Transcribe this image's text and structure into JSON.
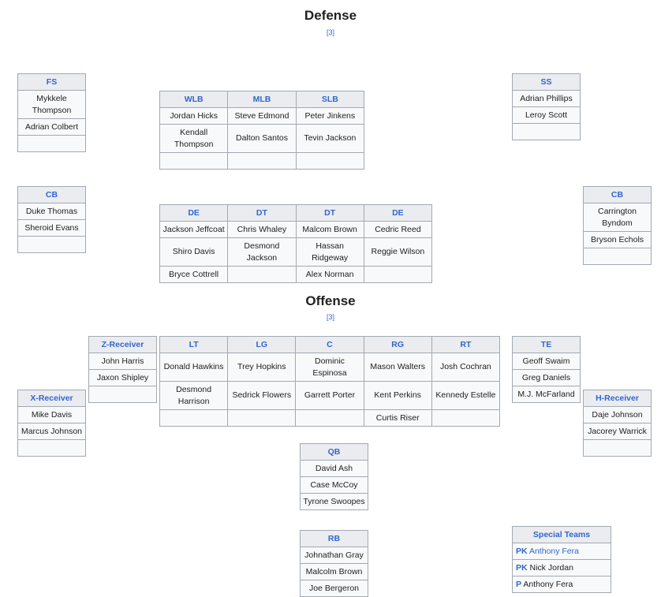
{
  "defense": {
    "title": "Defense",
    "ref": "[3]",
    "fs": {
      "header": "FS",
      "rows": [
        "Mykkele Thompson",
        "Adrian Colbert",
        ""
      ]
    },
    "ss": {
      "header": "SS",
      "rows": [
        "Adrian Phillips",
        "Leroy Scott",
        ""
      ]
    },
    "cb_left": {
      "header": "CB",
      "rows": [
        "Duke Thomas",
        "Sheroid Evans",
        ""
      ]
    },
    "cb_right": {
      "header": "CB",
      "rows": [
        "Carrington Byndom",
        "Bryson Echols",
        ""
      ]
    },
    "linebackers": {
      "headers": [
        "WLB",
        "MLB",
        "SLB"
      ],
      "rows": [
        [
          "Jordan Hicks",
          "Steve Edmond",
          "Peter Jinkens"
        ],
        [
          "Kendall Thompson",
          "Dalton Santos",
          "Tevin Jackson"
        ],
        [
          "",
          "",
          ""
        ]
      ]
    },
    "line": {
      "headers": [
        "DE",
        "DT",
        "DT",
        "DE"
      ],
      "rows": [
        [
          "Jackson Jeffcoat",
          "Chris Whaley",
          "Malcom Brown",
          "Cedric Reed"
        ],
        [
          "Shiro Davis",
          "Desmond Jackson",
          "Hassan Ridgeway",
          "Reggie Wilson"
        ],
        [
          "Bryce Cottrell",
          "",
          "Alex Norman",
          ""
        ]
      ]
    }
  },
  "offense": {
    "title": "Offense",
    "ref": "[3]",
    "z_receiver": {
      "header": "Z-Receiver",
      "rows": [
        "John Harris",
        "Jaxon Shipley",
        ""
      ]
    },
    "x_receiver": {
      "header": "X-Receiver",
      "rows": [
        "Mike Davis",
        "Marcus Johnson",
        ""
      ]
    },
    "te": {
      "header": "TE",
      "rows": [
        "Geoff Swaim",
        "Greg Daniels",
        "M.J. McFarland"
      ]
    },
    "h_receiver": {
      "header": "H-Receiver",
      "rows": [
        "Daje Johnson",
        "Jacorey Warrick",
        ""
      ]
    },
    "oline": {
      "headers": [
        "LT",
        "LG",
        "C",
        "RG",
        "RT"
      ],
      "rows": [
        [
          "Donald Hawkins",
          "Trey Hopkins",
          "Dominic Espinosa",
          "Mason Walters",
          "Josh Cochran"
        ],
        [
          "Desmond Harrison",
          "Sedrick Flowers",
          "Garrett Porter",
          "Kent Perkins",
          "Kennedy Estelle"
        ],
        [
          "",
          "",
          "",
          "Curtis Riser",
          ""
        ]
      ]
    },
    "qb": {
      "header": "QB",
      "rows": [
        "David Ash",
        "Case McCoy",
        "Tyrone Swoopes"
      ]
    },
    "rb": {
      "header": "RB",
      "rows": [
        "Johnathan Gray",
        "Malcolm Brown",
        "Joe Bergeron"
      ]
    }
  },
  "special_teams": {
    "header": "Special Teams",
    "rows": [
      {
        "pos": "PK",
        "name": "Anthony Fera"
      },
      {
        "pos": "PK",
        "name": "Nick Jordan"
      },
      {
        "pos": "P",
        "name": "Anthony Fera"
      }
    ]
  }
}
